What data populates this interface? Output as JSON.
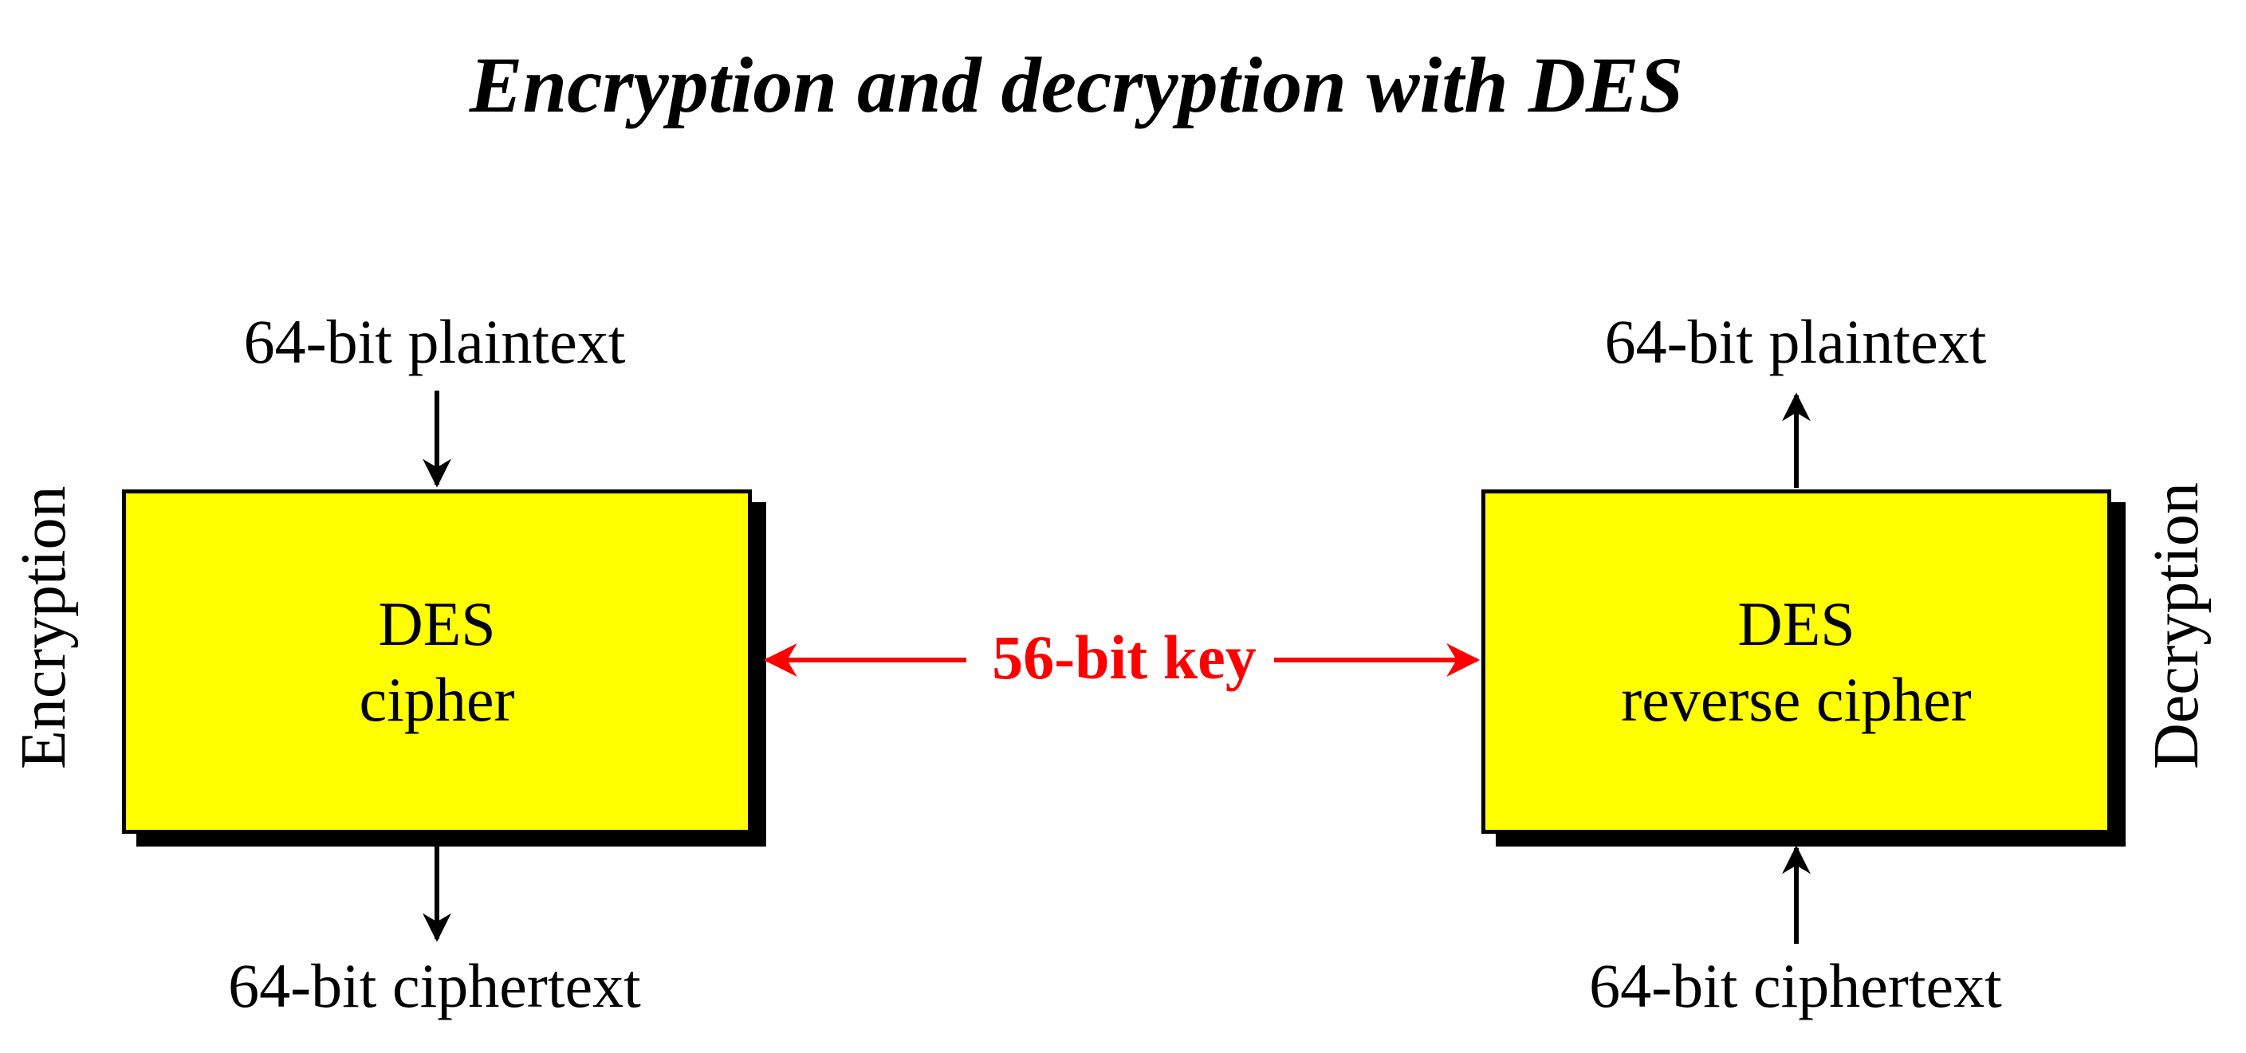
{
  "title": "Encryption and decryption with DES",
  "encryption": {
    "side_label": "Encryption",
    "input_label": "64-bit plaintext",
    "box_line1": "DES",
    "box_line2": "cipher",
    "output_label": "64-bit ciphertext"
  },
  "decryption": {
    "side_label": "Decryption",
    "output_label": "64-bit plaintext",
    "box_line1": "DES",
    "box_line2": "reverse cipher",
    "input_label": "64-bit ciphertext"
  },
  "key": {
    "label": "56-bit key",
    "color": "#ff0000"
  },
  "colors": {
    "box_fill": "#ffff00",
    "text": "#000000"
  }
}
